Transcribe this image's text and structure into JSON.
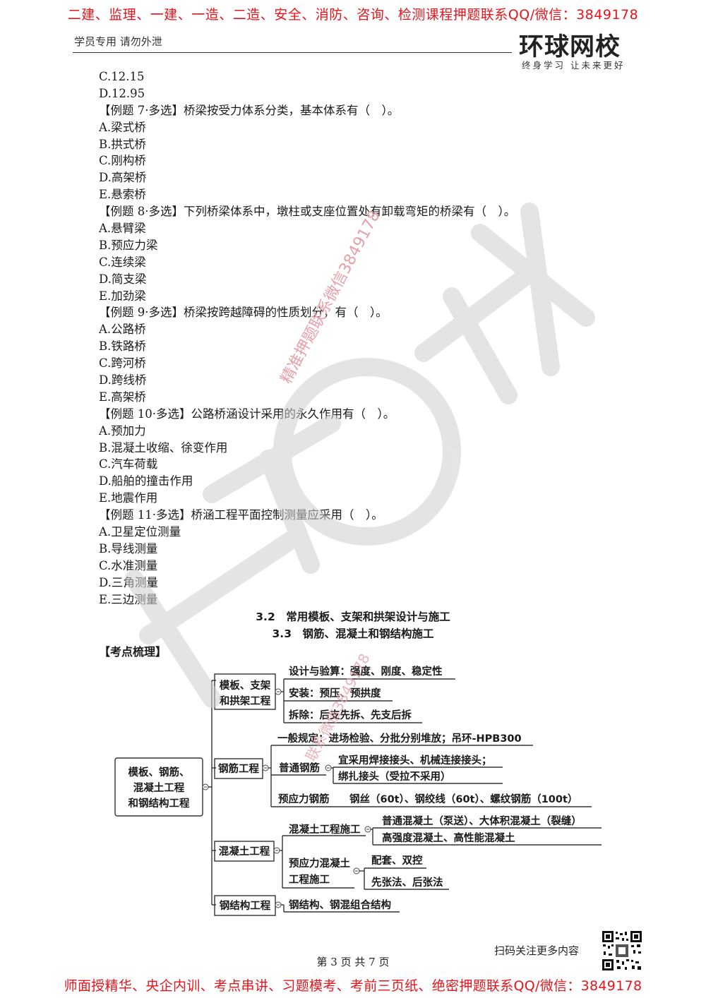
{
  "banners": {
    "top": "二建、监理、一建、一造、二造、安全、消防、咨询、检测课程押题联系QQ/微信：3849178",
    "bottom": "师面授精华、央企内训、考点串讲、习题模考、考前三页纸、绝密押题联系QQ/微信：3849178"
  },
  "header": {
    "left_text": "学员专用 请勿外泄",
    "logo_main": "环球网校",
    "logo_sub": "终身学习  让未来更好"
  },
  "content_lines": [
    "C.12.15",
    "D.12.95",
    "【例题 7·多选】桥梁按受力体系分类，基本体系有（　）。",
    "A.梁式桥",
    "B.拱式桥",
    "C.刚构桥",
    "D.高架桥",
    "E.悬索桥",
    "【例题 8·多选】下列桥梁体系中，墩柱或支座位置处有卸载弯矩的桥梁有（　）。",
    "A.悬臂梁",
    "B.预应力梁",
    "C.连续梁",
    "D.简支梁",
    "E.加劲梁",
    "【例题 9·多选】桥梁按跨越障碍的性质划分，有（　）。",
    "A.公路桥",
    "B.铁路桥",
    "C.跨河桥",
    "D.跨线桥",
    "E.高架桥",
    "【例题 10·多选】公路桥涵设计采用的永久作用有（　）。",
    "A.预加力",
    "B.混凝土收缩、徐变作用",
    "C.汽车荷载",
    "D.船舶的撞击作用",
    "E.地震作用",
    "【例题 11·多选】桥涵工程平面控制测量应采用（　）。",
    "A.卫星定位测量",
    "B.导线测量",
    "C.水准测量",
    "D.三角测量",
    "E.三边测量"
  ],
  "sections": {
    "title_32": "3.2　常用模板、支架和拱架设计与施工",
    "title_33": "3.3　钢筋、混凝土和钢结构施工",
    "kaodian": "【考点梳理】"
  },
  "mindmap": {
    "root": [
      "模板、钢筋、",
      "混凝土工程",
      "和钢结构工程"
    ],
    "b1": {
      "label": [
        "模板、支架",
        "和拱架工程"
      ],
      "items": [
        "设计与验算：强度、刚度、稳定性",
        "安装：预压、预拱度",
        "拆除：后支先拆、先支后拆"
      ]
    },
    "b2": {
      "label": "钢筋工程",
      "general": "一般规定：进场检验、分批分别堆放；吊环-HPB300",
      "ordinary_label": "普通钢筋",
      "ordinary_items": [
        "宜采用焊接接头、机械连接接头；",
        "绑扎接头（受拉不采用）"
      ],
      "prestressed_label": "预应力钢筋",
      "prestressed_item": "钢丝（60t）、钢绞线（60t）、螺纹钢筋（100t）"
    },
    "b3": {
      "label": "混凝土工程",
      "construction_label": "混凝土工程施工",
      "construction_items": [
        "普通混凝土（泵送）、大体积混凝土（裂缝）",
        "高强度混凝土、高性能混凝土"
      ],
      "prestressed_label": [
        "预应力混凝土",
        "工程施工"
      ],
      "prestressed_items": [
        "配套、双控",
        "先张法、后张法"
      ]
    },
    "b4": {
      "label": "钢结构工程",
      "item": "钢结构、钢混组合结构"
    }
  },
  "watermark": {
    "diagonal_text": "精准押题联系微信3849178",
    "diagonal_text_2": "联系微信3849178"
  },
  "footer": {
    "scan": "扫码关注更多内容",
    "page": "第 3 页 共 7 页"
  },
  "colors": {
    "banner_red": "#e8141c",
    "watermark_pink": "#e8a0a8",
    "watermark_gray": "#d8d8d8"
  }
}
